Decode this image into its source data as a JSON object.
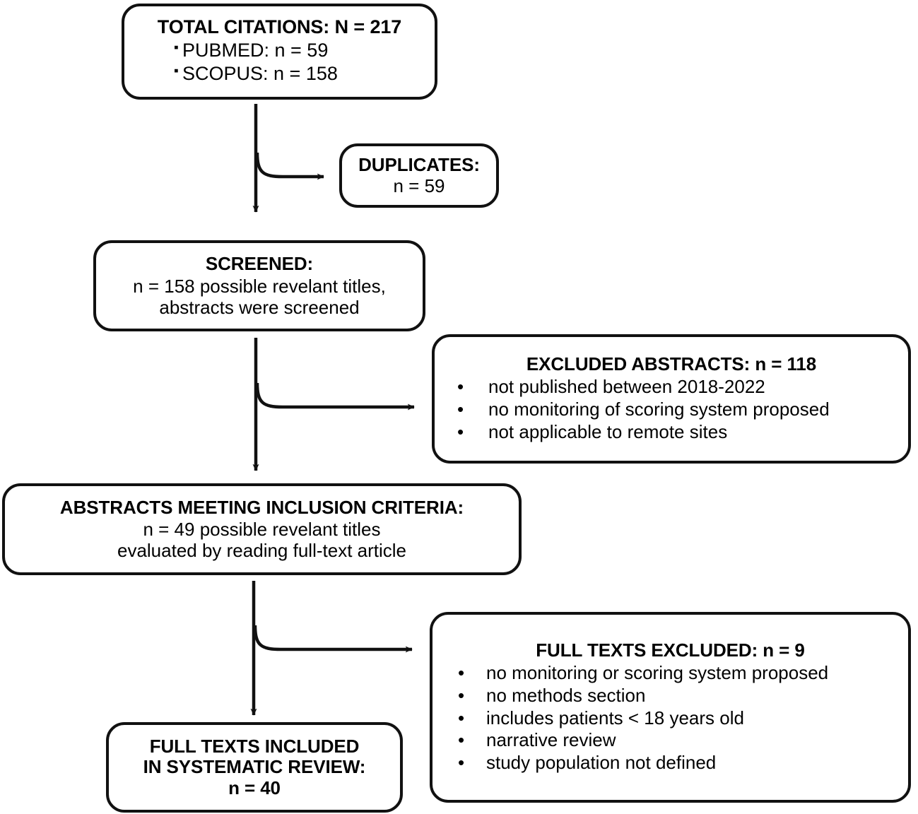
{
  "diagram": {
    "type": "prisma-flow-diagram",
    "stroke_color": "#111111",
    "background_color": "#ffffff",
    "bullet_glyph_square": "▪",
    "bullet_glyph_round": "•"
  },
  "nodes": {
    "total_citations": {
      "title": "TOTAL CITATIONS: N = 217",
      "items": [
        "PUBMED: n = 59",
        "SCOPUS: n = 158"
      ]
    },
    "duplicates": {
      "title": "DUPLICATES:",
      "line1": "n = 59"
    },
    "screened": {
      "title": "SCREENED:",
      "line1": "n = 158 possible revelant titles,",
      "line2": "abstracts were screened"
    },
    "excluded_abstracts": {
      "title": "EXCLUDED ABSTRACTS: n = 118",
      "items": [
        "not published between 2018-2022",
        "no monitoring of scoring system proposed",
        "not applicable to remote sites"
      ]
    },
    "inclusion_criteria": {
      "title": "ABSTRACTS MEETING INCLUSION CRITERIA:",
      "line1": "n = 49 possible revelant titles",
      "line2": "evaluated by reading full-text article"
    },
    "full_texts_excluded": {
      "title": "FULL TEXTS EXCLUDED: n = 9",
      "items": [
        "no monitoring or scoring system proposed",
        "no methods section",
        "includes patients < 18 years old",
        "narrative review",
        "study population not defined"
      ]
    },
    "full_texts_included": {
      "title_line1": "FULL TEXTS INCLUDED",
      "title_line2": "IN SYSTEMATIC REVIEW:",
      "line1": "n = 40"
    }
  },
  "chart_data": {
    "type": "table",
    "title": "PRISMA study selection flow",
    "stages": [
      {
        "stage": "Total citations",
        "n": 217
      },
      {
        "stage": "PubMed",
        "n": 59
      },
      {
        "stage": "Scopus",
        "n": 158
      },
      {
        "stage": "Duplicates removed",
        "n": 59
      },
      {
        "stage": "Screened (titles/abstracts)",
        "n": 158
      },
      {
        "stage": "Excluded abstracts",
        "n": 118
      },
      {
        "stage": "Abstracts meeting inclusion criteria",
        "n": 49
      },
      {
        "stage": "Full texts excluded",
        "n": 9
      },
      {
        "stage": "Full texts included in systematic review",
        "n": 40
      }
    ]
  }
}
